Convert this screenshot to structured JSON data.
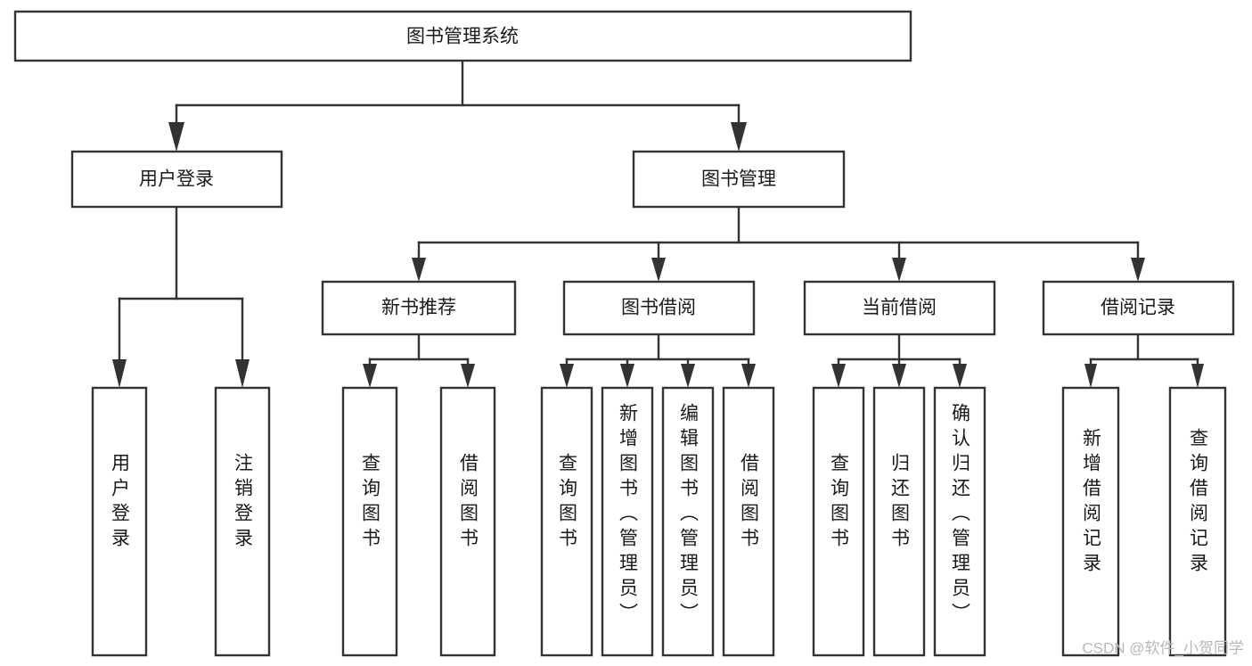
{
  "diagram": {
    "type": "tree-hierarchy",
    "title": "图书管理系统",
    "watermark": "CSDN @软件_小贺同学",
    "colors": {
      "stroke": "#333333",
      "box_fill": "#ffffff",
      "text": "#1a1a1a",
      "background": "#ffffff",
      "watermark": "#b8b8b8"
    },
    "levels": {
      "root": {
        "label": "图书管理系统",
        "orientation": "horizontal"
      },
      "level2": [
        {
          "label": "用户登录",
          "orientation": "horizontal"
        },
        {
          "label": "图书管理",
          "orientation": "horizontal"
        }
      ],
      "level3": [
        {
          "label": "新书推荐",
          "orientation": "horizontal"
        },
        {
          "label": "图书借阅",
          "orientation": "horizontal"
        },
        {
          "label": "当前借阅",
          "orientation": "horizontal"
        },
        {
          "label": "借阅记录",
          "orientation": "horizontal"
        }
      ],
      "leaves": {
        "用户登录": [
          {
            "label": "用户登录",
            "orientation": "vertical"
          },
          {
            "label": "注销登录",
            "orientation": "vertical"
          }
        ],
        "新书推荐": [
          {
            "label": "查询图书",
            "orientation": "vertical"
          },
          {
            "label": "借阅图书",
            "orientation": "vertical"
          }
        ],
        "图书借阅": [
          {
            "label": "查询图书",
            "orientation": "vertical"
          },
          {
            "label": "新增图书（管理员）",
            "orientation": "vertical"
          },
          {
            "label": "编辑图书（管理员）",
            "orientation": "vertical"
          },
          {
            "label": "借阅图书",
            "orientation": "vertical"
          }
        ],
        "当前借阅": [
          {
            "label": "查询图书",
            "orientation": "vertical"
          },
          {
            "label": "归还图书",
            "orientation": "vertical"
          },
          {
            "label": "确认归还（管理员）",
            "orientation": "vertical"
          }
        ],
        "借阅记录": [
          {
            "label": "新增借阅记录",
            "orientation": "vertical"
          },
          {
            "label": "查询借阅记录",
            "orientation": "vertical"
          }
        ]
      }
    },
    "nodes": {
      "root": "图书管理系统",
      "n_user_login": "用户登录",
      "n_book_mgmt": "图书管理",
      "n_new_book_rec": "新书推荐",
      "n_book_borrow": "图书借阅",
      "n_current_borrow": "当前借阅",
      "n_borrow_record": "借阅记录",
      "l_user_login": "用户登录",
      "l_logout": "注销登录",
      "l_query_book_1": "查询图书",
      "l_borrow_book_1": "借阅图书",
      "l_query_book_2": "查询图书",
      "l_add_book": "新增图书（管理员）",
      "l_edit_book": "编辑图书（管理员）",
      "l_borrow_book_2": "借阅图书",
      "l_query_book_3": "查询图书",
      "l_return_book": "归还图书",
      "l_confirm_return": "确认归还（管理员）",
      "l_add_record": "新增借阅记录",
      "l_query_record": "查询借阅记录"
    }
  }
}
